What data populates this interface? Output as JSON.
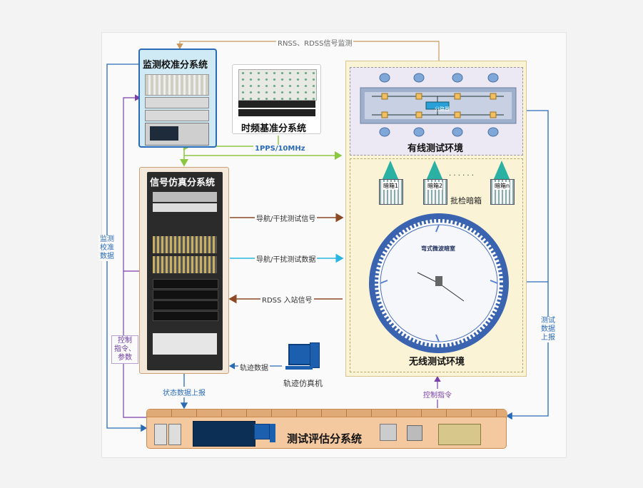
{
  "labels": {
    "rnss_monitor": "RNSS、RDSS信号监测",
    "monitor_subsystem": "监测校准分系统",
    "time_freq_subsystem": "时频基准分系统",
    "pps": "1PPS/10MHz",
    "signal_sim_subsystem": "信号仿真分系统",
    "wired_env": "有线测试环境",
    "wireless_env": "无线测试环境",
    "splitter": "分路器",
    "dark_box_1": "暗箱1",
    "dark_box_2": "暗箱2",
    "dark_box_n": "暗箱n",
    "dots": "· · · · · ·",
    "batch_dark_box": "批检暗箱",
    "anechoic": "弯式微波暗室",
    "nav_jam_signal": "导航/干扰测试信号",
    "nav_jam_data": "导航/干扰测试数据",
    "rdss_inbound": "RDSS 入站信号",
    "track_data": "轨迹数据",
    "track_sim": "轨迹仿真机",
    "status_report": "状态数据上报",
    "control_cmd": "控制指令",
    "monitor_left": [
      "监测",
      "校准",
      "数据"
    ],
    "control_left": [
      "控制",
      "指令、",
      "参数"
    ],
    "test_report_right": [
      "测试",
      "数据",
      "上报"
    ],
    "eval_subsystem": "测试评估分系统"
  },
  "colors": {
    "blue_line": "#2a6bb8",
    "green_line": "#8dc63f",
    "brown_line": "#8b4a24",
    "cyan_line": "#2ab6e0",
    "purple_line": "#7a3fa8",
    "tan_line": "#c79a5e",
    "env_bg": "#fbf3d6",
    "wired_bg": "#ece8f4",
    "monitor_bg": "#cfeaf5",
    "eval_bg": "#f5c9a0"
  }
}
